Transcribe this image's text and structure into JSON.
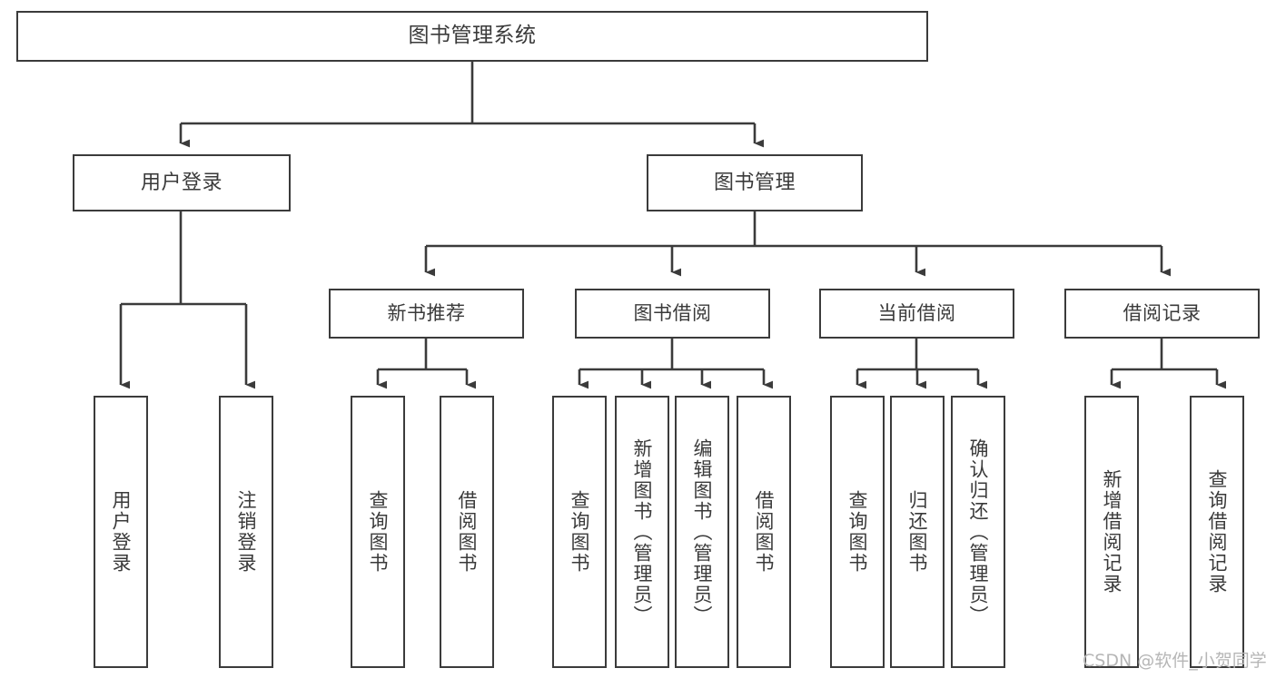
{
  "diagram": {
    "title": "图书管理系统",
    "type": "tree-hierarchy",
    "watermark": "CSDN @软件_小贺同学",
    "colors": {
      "box_border": "#3b3b3b",
      "box_fill": "#ffffff",
      "text": "#3a3a3a",
      "connector": "#3b3b3b",
      "background": "#ffffff",
      "watermark_text": "#b6b6b6"
    },
    "root": {
      "label": "图书管理系统"
    },
    "level2": [
      {
        "label": "用户登录"
      },
      {
        "label": "图书管理"
      }
    ],
    "level3": [
      {
        "label": "新书推荐"
      },
      {
        "label": "图书借阅"
      },
      {
        "label": "当前借阅"
      },
      {
        "label": "借阅记录"
      }
    ],
    "leaves": {
      "user_login": [
        {
          "label": "用户登录"
        },
        {
          "label": "注销登录"
        }
      ],
      "new_book_recommend": [
        {
          "label": "查询图书"
        },
        {
          "label": "借阅图书"
        }
      ],
      "book_borrow": [
        {
          "label": "查询图书"
        },
        {
          "label": "新增图书（管理员）"
        },
        {
          "label": "编辑图书（管理员）"
        },
        {
          "label": "借阅图书"
        }
      ],
      "current_borrow": [
        {
          "label": "查询图书"
        },
        {
          "label": "归还图书"
        },
        {
          "label": "确认归还（管理员）"
        }
      ],
      "borrow_record": [
        {
          "label": "新增借阅记录"
        },
        {
          "label": "查询借阅记录"
        }
      ]
    }
  }
}
